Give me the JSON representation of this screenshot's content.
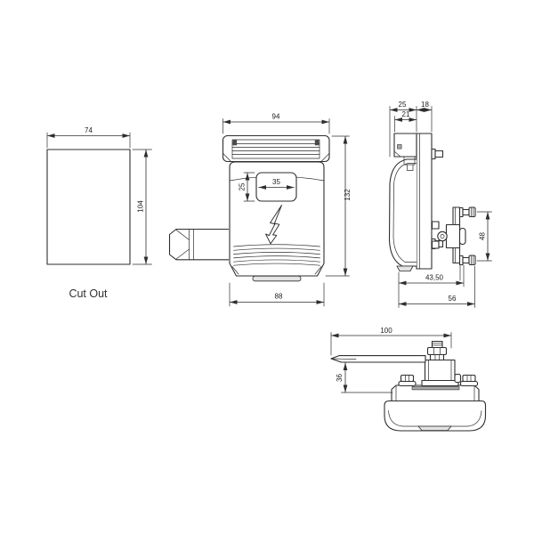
{
  "drawing": {
    "views": {
      "cutout": {
        "label": "Cut Out",
        "dims": {
          "width": "74",
          "height": "104"
        }
      },
      "front": {
        "dims": {
          "cap_width": "94",
          "height": "132",
          "body_width": "88",
          "window_width": "35",
          "window_height": "25"
        }
      },
      "side": {
        "dims": {
          "depth_front": "25",
          "depth_inner": "21",
          "plate_depth": "18",
          "bolt_spacing": "48",
          "mount_depth": "43,50",
          "total_depth": "56"
        }
      },
      "bottom": {
        "dims": {
          "lever_length": "100",
          "lever_height": "36"
        }
      }
    }
  },
  "icons": {
    "flash": "lightning-bolt"
  },
  "colors": {
    "line": "#2e2e2e",
    "text": "#1c1c1c",
    "background": "#ffffff",
    "fill_light": "#e3e3e3",
    "fill_mid": "#a8a8a8"
  }
}
